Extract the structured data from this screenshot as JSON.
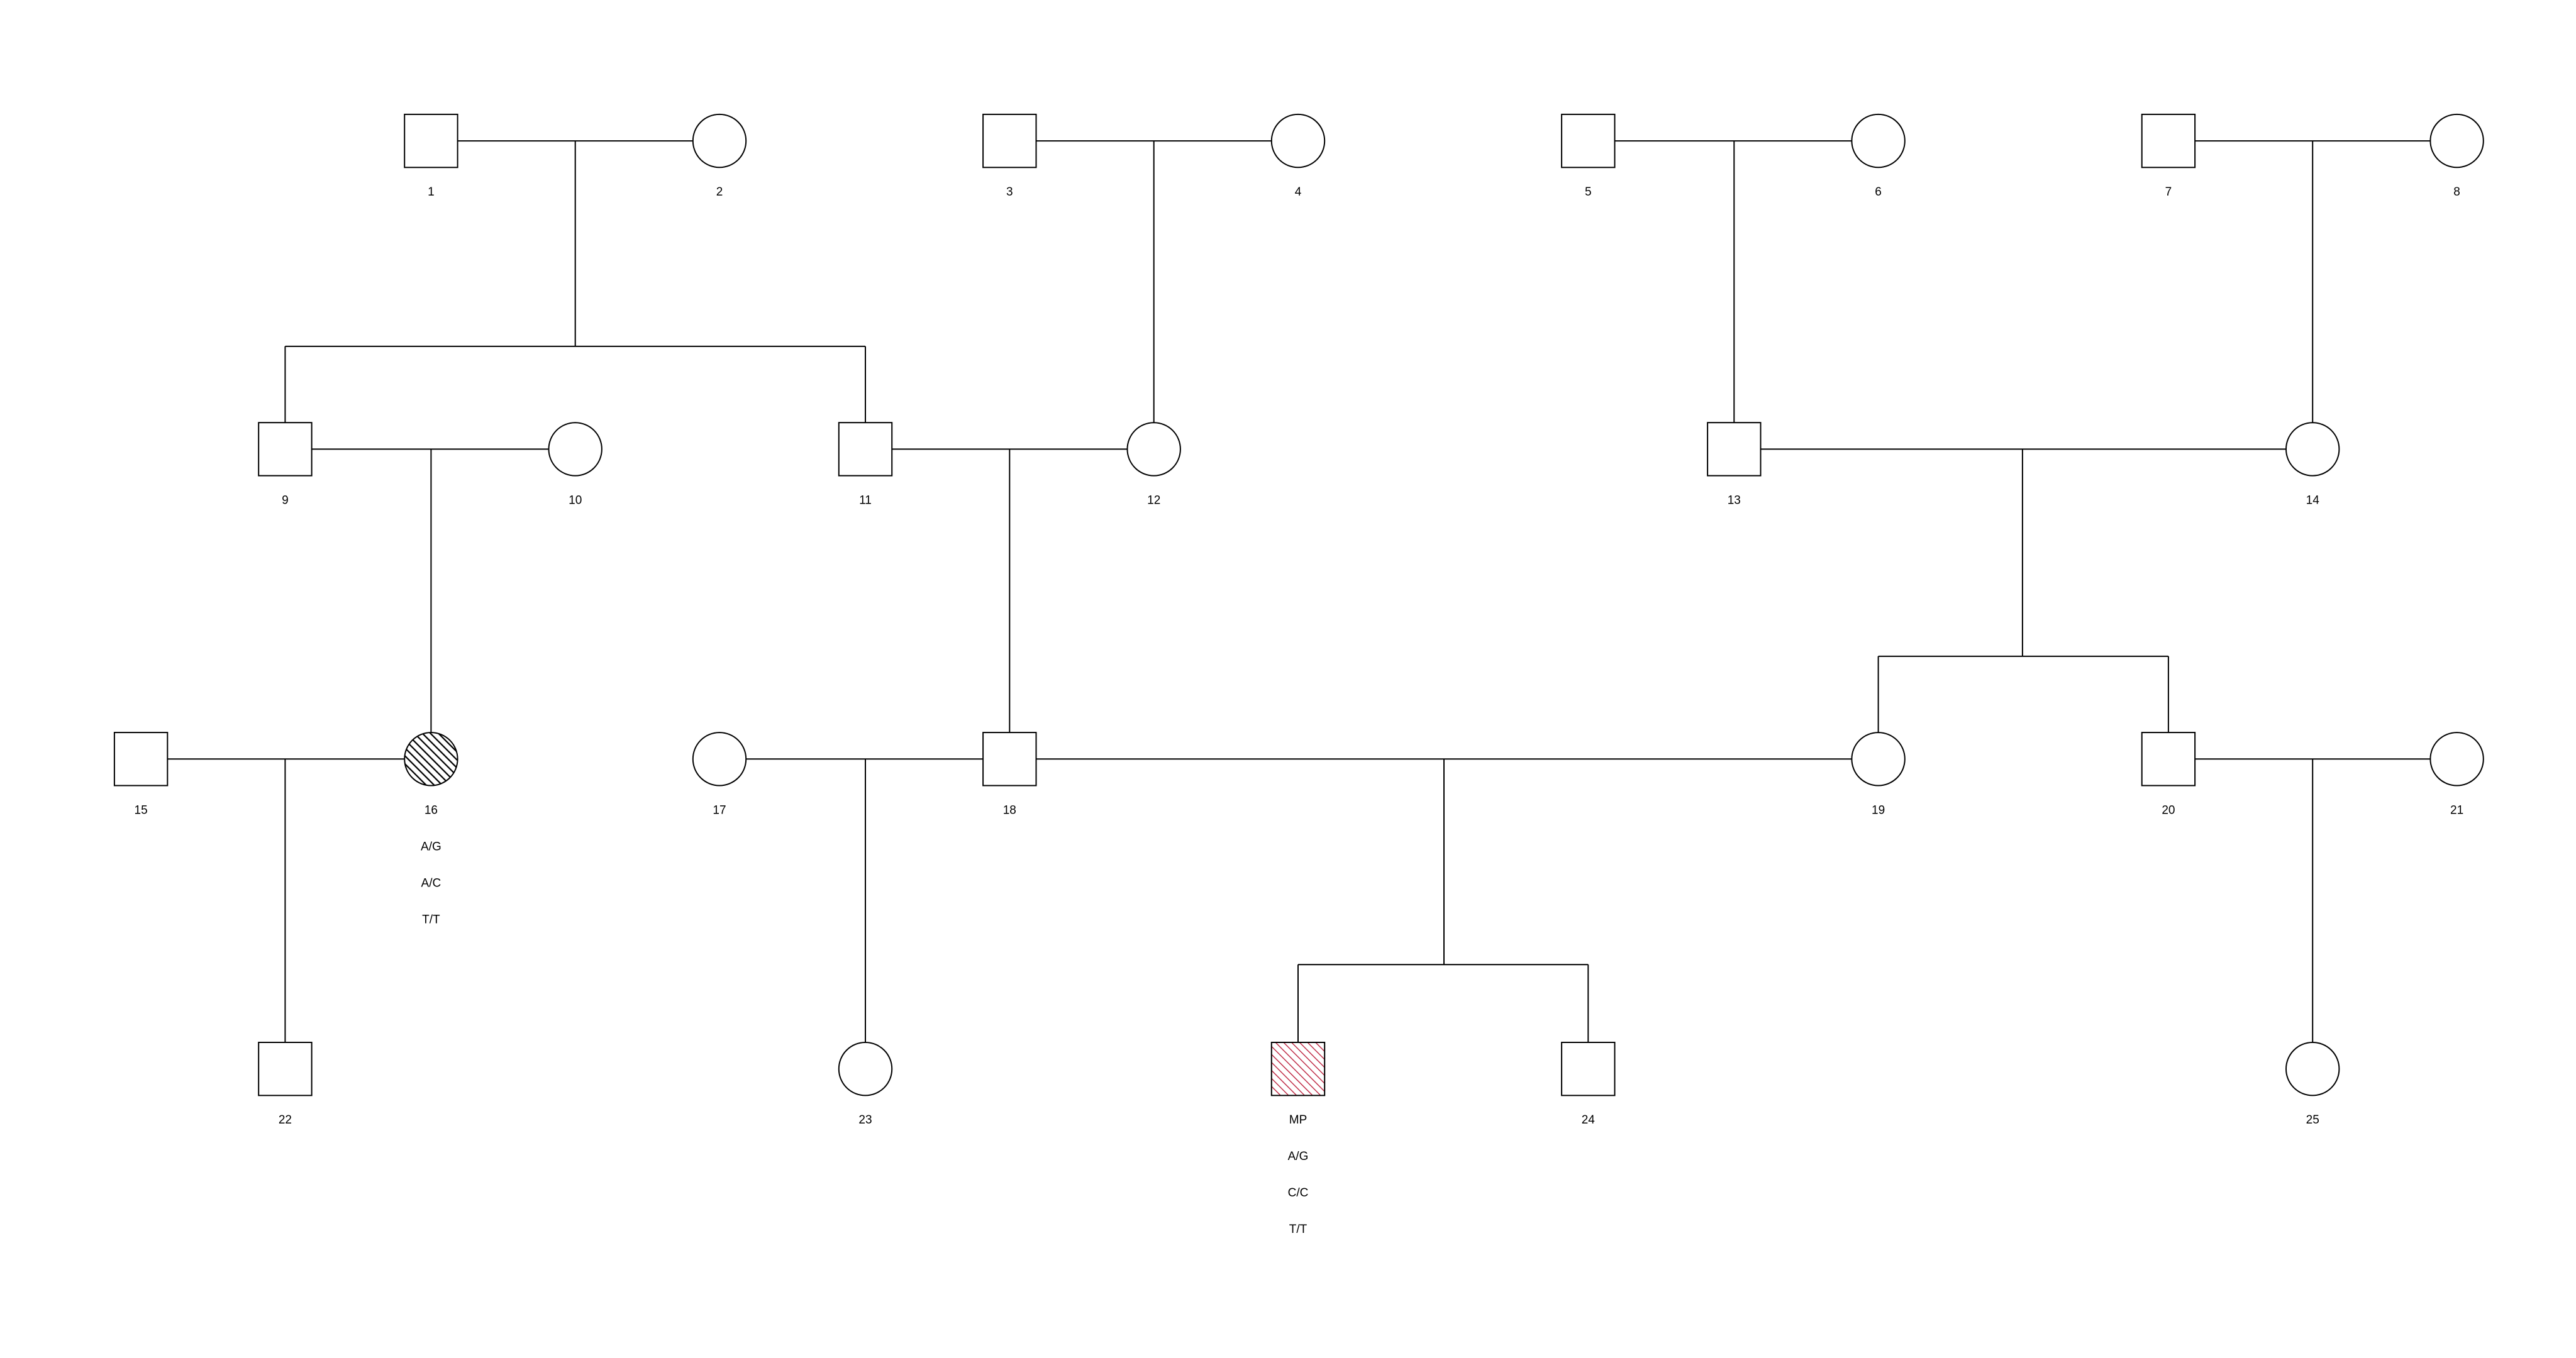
{
  "pedigree": {
    "individuals": [
      {
        "id": "1",
        "sex": "male",
        "status": "unaffected",
        "lines": [
          "1"
        ]
      },
      {
        "id": "2",
        "sex": "female",
        "status": "unaffected",
        "lines": [
          "2"
        ]
      },
      {
        "id": "3",
        "sex": "male",
        "status": "unaffected",
        "lines": [
          "3"
        ]
      },
      {
        "id": "4",
        "sex": "female",
        "status": "unaffected",
        "lines": [
          "4"
        ]
      },
      {
        "id": "5",
        "sex": "male",
        "status": "unaffected",
        "lines": [
          "5"
        ]
      },
      {
        "id": "6",
        "sex": "female",
        "status": "unaffected",
        "lines": [
          "6"
        ]
      },
      {
        "id": "7",
        "sex": "male",
        "status": "unaffected",
        "lines": [
          "7"
        ]
      },
      {
        "id": "8",
        "sex": "female",
        "status": "unaffected",
        "lines": [
          "8"
        ]
      },
      {
        "id": "9",
        "sex": "male",
        "status": "unaffected",
        "lines": [
          "9"
        ]
      },
      {
        "id": "10",
        "sex": "female",
        "status": "unaffected",
        "lines": [
          "10"
        ]
      },
      {
        "id": "11",
        "sex": "male",
        "status": "unaffected",
        "lines": [
          "11"
        ]
      },
      {
        "id": "12",
        "sex": "female",
        "status": "unaffected",
        "lines": [
          "12"
        ]
      },
      {
        "id": "13",
        "sex": "male",
        "status": "unaffected",
        "lines": [
          "13"
        ]
      },
      {
        "id": "14",
        "sex": "female",
        "status": "unaffected",
        "lines": [
          "14"
        ]
      },
      {
        "id": "15",
        "sex": "male",
        "status": "unaffected",
        "lines": [
          "15"
        ]
      },
      {
        "id": "16",
        "sex": "female",
        "status": "hatched-black",
        "lines": [
          "16",
          "A/G",
          "A/C",
          "T/T"
        ]
      },
      {
        "id": "17",
        "sex": "female",
        "status": "unaffected",
        "lines": [
          "17"
        ]
      },
      {
        "id": "18",
        "sex": "male",
        "status": "unaffected",
        "lines": [
          "18"
        ]
      },
      {
        "id": "19",
        "sex": "female",
        "status": "unaffected",
        "lines": [
          "19"
        ]
      },
      {
        "id": "20",
        "sex": "male",
        "status": "unaffected",
        "lines": [
          "20"
        ]
      },
      {
        "id": "21",
        "sex": "female",
        "status": "unaffected",
        "lines": [
          "21"
        ]
      },
      {
        "id": "22",
        "sex": "male",
        "status": "unaffected",
        "lines": [
          "22"
        ]
      },
      {
        "id": "23",
        "sex": "female",
        "status": "unaffected",
        "lines": [
          "23"
        ]
      },
      {
        "id": "MP",
        "sex": "male",
        "status": "hatched-red",
        "lines": [
          "MP",
          "A/G",
          "C/C",
          "T/T"
        ]
      },
      {
        "id": "24",
        "sex": "male",
        "status": "unaffected",
        "lines": [
          "24"
        ]
      },
      {
        "id": "25",
        "sex": "female",
        "status": "unaffected",
        "lines": [
          "25"
        ]
      }
    ],
    "unions": [
      {
        "partners": [
          "1",
          "2"
        ],
        "children": [
          "9",
          "11"
        ]
      },
      {
        "partners": [
          "3",
          "4"
        ],
        "children": [
          "12"
        ]
      },
      {
        "partners": [
          "5",
          "6"
        ],
        "children": [
          "13"
        ]
      },
      {
        "partners": [
          "7",
          "8"
        ],
        "children": [
          "14"
        ]
      },
      {
        "partners": [
          "9",
          "10"
        ],
        "children": [
          "16"
        ]
      },
      {
        "partners": [
          "11",
          "12"
        ],
        "children": [
          "18"
        ]
      },
      {
        "partners": [
          "13",
          "14"
        ],
        "children": [
          "19",
          "20"
        ]
      },
      {
        "partners": [
          "15",
          "16"
        ],
        "children": [
          "22"
        ]
      },
      {
        "partners": [
          "17",
          "18"
        ],
        "children": [
          "23"
        ]
      },
      {
        "partners": [
          "18",
          "19"
        ],
        "children": [
          "MP",
          "24"
        ]
      },
      {
        "partners": [
          "20",
          "21"
        ],
        "children": [
          "25"
        ]
      }
    ]
  },
  "colors": {
    "stroke": "#000000",
    "background": "#ffffff",
    "hatch_black": "#000000",
    "hatch_red": "#c0304a"
  }
}
